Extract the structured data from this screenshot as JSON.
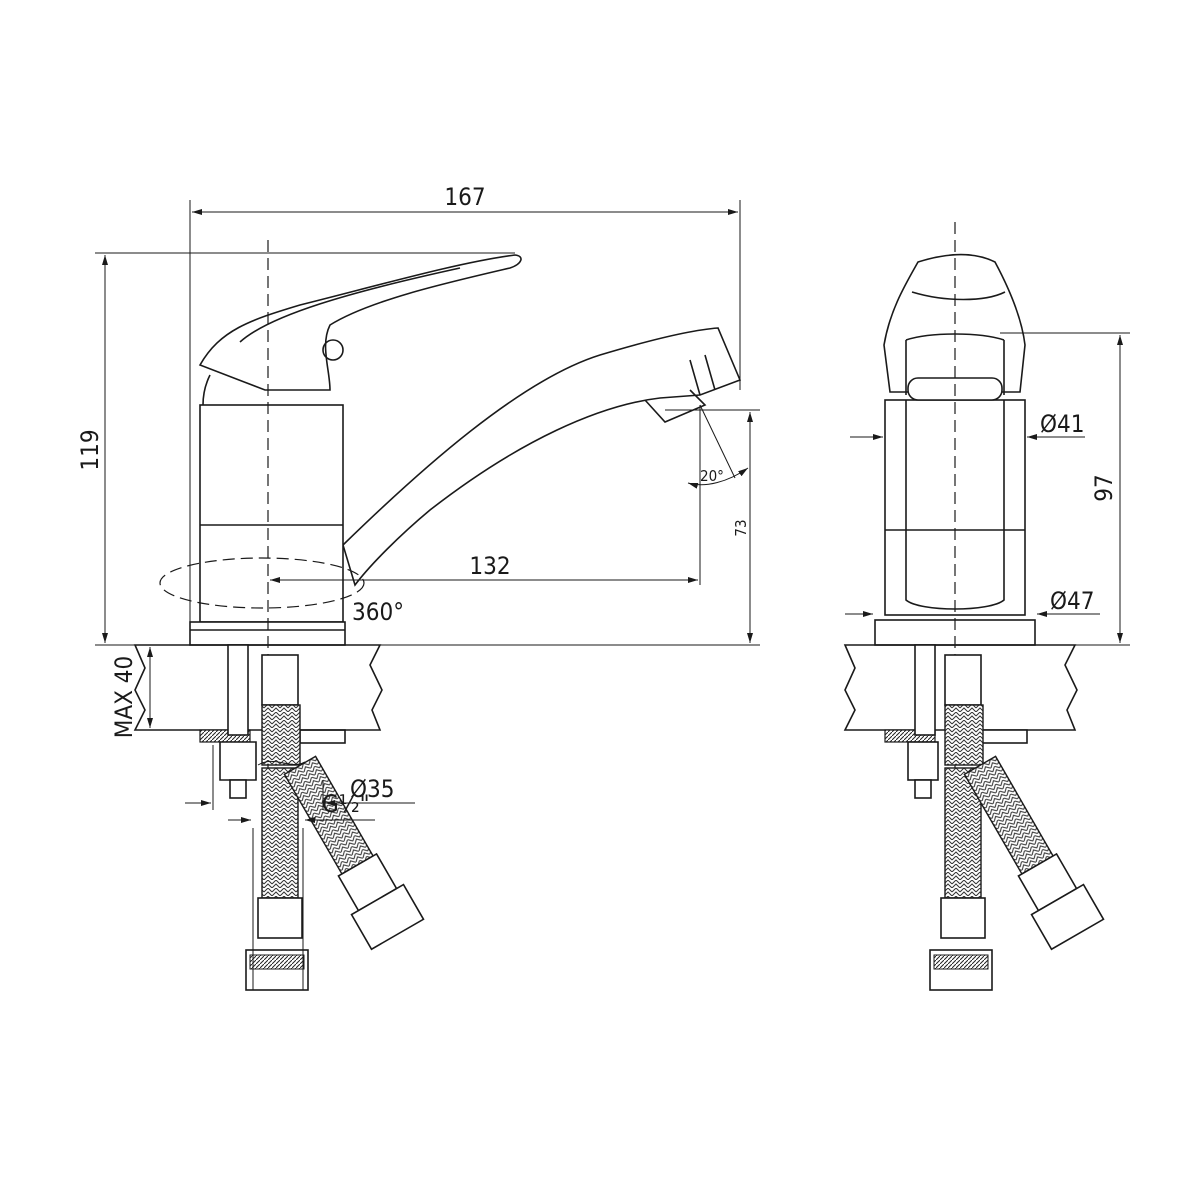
{
  "side_view": {
    "overall_length": "167",
    "overall_height": "119",
    "spout_reach": "132",
    "spout_height": "73",
    "spout_angle": "20°",
    "rotation": "360°",
    "max_counter_thickness": "MAX 40",
    "mount_hole_diameter": "Ø35",
    "connection_thread": "G½\""
  },
  "front_view": {
    "body_diameter_top": "Ø41",
    "base_diameter": "Ø47",
    "body_height": "97"
  }
}
